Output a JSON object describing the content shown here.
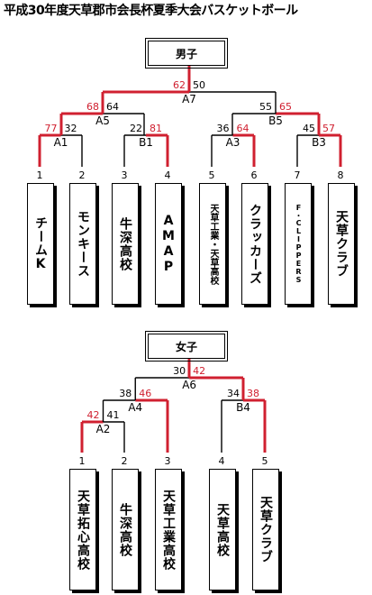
{
  "title": "平成30年度天草郡市会長杯夏季大会バスケットボール",
  "colors": {
    "win": "#d02030",
    "line": "#000000"
  },
  "boys": {
    "header": "男子",
    "teams": [
      {
        "num": "1",
        "name": "チームK"
      },
      {
        "num": "2",
        "name": "モンキース"
      },
      {
        "num": "3",
        "name": "牛深高校"
      },
      {
        "num": "4",
        "name": "AMAP"
      },
      {
        "num": "5",
        "name": "天草工業・天草高校"
      },
      {
        "num": "6",
        "name": "クラッカーズ"
      },
      {
        "num": "7",
        "name": "F・CLIPPERS"
      },
      {
        "num": "8",
        "name": "天草クラブ"
      }
    ],
    "games": [
      {
        "id": "A1",
        "left_score": "77",
        "right_score": "32",
        "winner": "left"
      },
      {
        "id": "B1",
        "left_score": "22",
        "right_score": "81",
        "winner": "right"
      },
      {
        "id": "A3",
        "left_score": "36",
        "right_score": "64",
        "winner": "right"
      },
      {
        "id": "B3",
        "left_score": "45",
        "right_score": "57",
        "winner": "right"
      },
      {
        "id": "A5",
        "left_score": "68",
        "right_score": "64",
        "winner": "left"
      },
      {
        "id": "B5",
        "left_score": "55",
        "right_score": "65",
        "winner": "right"
      },
      {
        "id": "A7",
        "left_score": "62",
        "right_score": "50",
        "winner": "left"
      }
    ]
  },
  "girls": {
    "header": "女子",
    "teams": [
      {
        "num": "1",
        "name": "天草拓心高校"
      },
      {
        "num": "2",
        "name": "牛深高校"
      },
      {
        "num": "3",
        "name": "天草工業高校"
      },
      {
        "num": "4",
        "name": "天草高校"
      },
      {
        "num": "5",
        "name": "天草クラブ"
      }
    ],
    "games": [
      {
        "id": "A2",
        "left_score": "42",
        "right_score": "41",
        "winner": "left"
      },
      {
        "id": "A4",
        "left_score": "38",
        "right_score": "46",
        "winner": "right"
      },
      {
        "id": "B4",
        "left_score": "34",
        "right_score": "38",
        "winner": "right"
      },
      {
        "id": "A6",
        "left_score": "30",
        "right_score": "42",
        "winner": "right"
      }
    ]
  }
}
